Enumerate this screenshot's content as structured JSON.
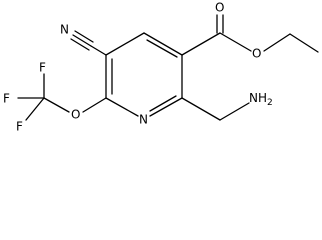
{
  "structure": {
    "atoms": {
      "O_carbonyl": "O",
      "O_ester": "O",
      "N_nitrile": "N",
      "F_top": "F",
      "F_left": "F",
      "F_bottom": "F",
      "O_ether": "O",
      "N_ring": "N",
      "NH2_group": "NH",
      "NH2_subscript": "2"
    }
  }
}
